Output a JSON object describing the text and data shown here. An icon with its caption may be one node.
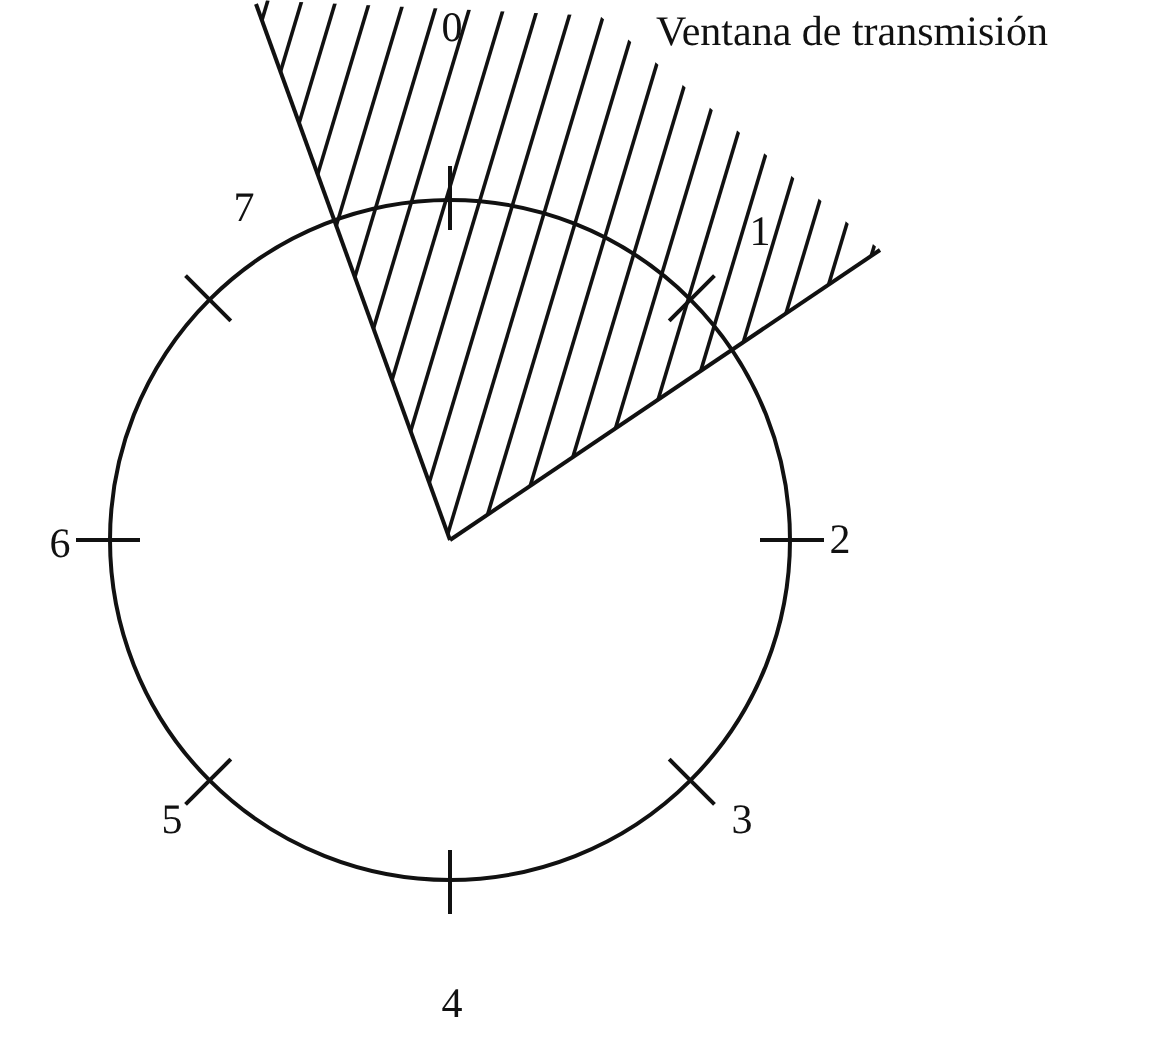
{
  "diagram": {
    "labels": [
      "0",
      "Ventana de transmisión",
      "7",
      "1",
      "6",
      "2",
      "5",
      "3",
      "4"
    ]
  }
}
